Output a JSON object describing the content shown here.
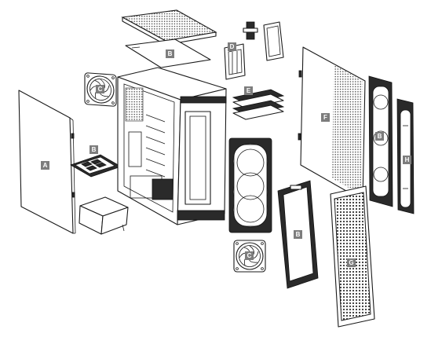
{
  "labels": {
    "a": "A",
    "b": "B",
    "c": "C",
    "d": "D",
    "e": "E",
    "f": "F",
    "g": "G",
    "h": "H"
  },
  "colors": {
    "label_bg": "#7d7d7d",
    "label_text": "#ffffff",
    "line": "#1a1a1a"
  }
}
